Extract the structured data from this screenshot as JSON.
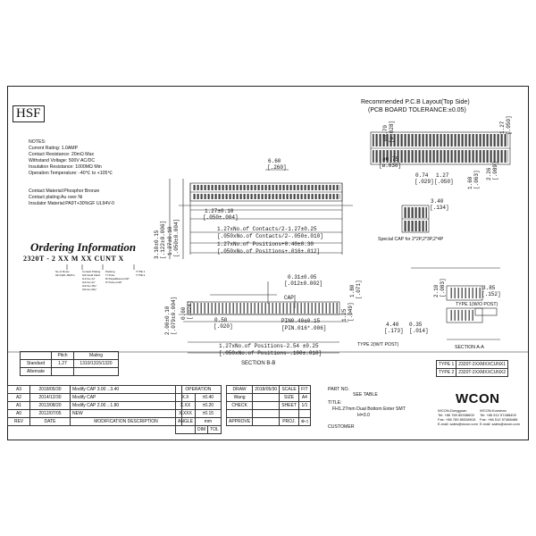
{
  "header": {
    "hsf": "HSF",
    "pcb_title": "Recommended P.C.B Layout(Top Side)",
    "pcb_tolerance": "(PCB BOARD TOLERANCE:±0.05)"
  },
  "notes": {
    "title": "NOTES:",
    "lines": [
      "Current Rating: 1.0AMP",
      "Contact Resistance: 20mΩ Max",
      "Withstand Voltage: 500V AC/DC",
      "Insulation Resistance: 1000MΩ Min",
      "Operation Temperature: -40℃ to +105℃"
    ],
    "material": [
      "Contact Material:Phosphor Bronze",
      "Contact plating:Au over Ni",
      "Insulator Material:PA9T+30%GF UL94V-0"
    ]
  },
  "ordering": {
    "title": "Ordering Information",
    "part": "2320T - 2 XX M XX CUNT X",
    "sub_left": [
      "No.of Rows",
      "02=2(02~50)Pin"
    ],
    "sub_mid": [
      "Contact Plating",
      "G0=Gold Flash",
      "G1=Au 1u\"",
      "G2=Au 3u\"",
      "G3=Au 15u\"",
      "G5=Au 30u\""
    ],
    "sub_right": [
      "Packing",
      "T=Tube",
      "R=Tape&Reel+CAP",
      "P=Tube+CAP"
    ],
    "sub_type": [
      "TYPE 1",
      "TYPE 2"
    ]
  },
  "pitch_table": {
    "headers": [
      "",
      "Pitch",
      "Mating"
    ],
    "rows": [
      [
        "Standard",
        "1.27",
        "1310/1315/1320"
      ],
      [
        "Alternate",
        "",
        ""
      ]
    ]
  },
  "dims": {
    "d660": "6.60",
    "d260": "[.260]",
    "d127a": "1.27±0.10",
    "d050a": "[.050±.004]",
    "contacts1": "1.27xNo.of Contacts/2-1.27±0.25",
    "contacts2": "[.050xNo.of Contacts/2-.050±.010]",
    "pos1": "1.27xNo.of Positions+0.40±0.30",
    "pos2": "[.050xNo.of Positions+.016±.012]",
    "v310": "3.10±0.15",
    "v122": "[.122±0.006]",
    "v127": "1.27±0.10",
    "v050": "[.050±0.004]",
    "d031": "0.31±0.05",
    "d012": "[.012±0.002]",
    "cap": "CAP",
    "d180": "1.80",
    "d071": "[.071]",
    "d050b": "0.50",
    "d020": "[.020]",
    "pin1": "PIN0.40±0.15",
    "pin2": "[PIN.016*.006]",
    "v200": "2.00±0.10",
    "v079": "[.079±0.004]",
    "v060": "0.60",
    "v024": "[.024]",
    "v125": "1.25",
    "v049": "[.049]",
    "pos3": "1.27xNo.of Positions-2.54 ±0.25",
    "pos4": "[.050xNo.of Positions-.100±.010]",
    "secBB": "SECTION B-B",
    "d075": "ø0.75",
    "d030": "[ø.030]",
    "d074": "0.74",
    "d029": "[.029]",
    "d127c": "1.27",
    "d050c": "[.050]",
    "d127d": "1.27",
    "d050d": "[.050]",
    "d070": "ø0.70",
    "d028": "[ø.028]",
    "d160": "1.60",
    "d063": "[.063]",
    "d226": "2.26",
    "d089": "[.089]",
    "d340": "3.40",
    "d134": "[.134]",
    "special": "Special CAP for 2*2P,2*3P,2*4P",
    "d210": "2.10",
    "d083": "[.083]",
    "d385": "3.85",
    "d152": "[.152]",
    "type1": "TYPE 1(W/O POST)",
    "d440": "4.40",
    "d173": "[.173]",
    "d035": "0.35",
    "d014": "[.014]",
    "type2": "TYPE 2(W/T POST)",
    "secAA": "SECTION A-A"
  },
  "type_table": {
    "rows": [
      [
        "TYPE 1",
        "2320T-2XXMXXCUNX1"
      ],
      [
        "TYPE 2",
        "2320T-2XXMXXCUNX2"
      ]
    ]
  },
  "revisions": {
    "rows": [
      [
        "A3",
        "2018/05/30",
        "Modify CAP 3.00→3.40"
      ],
      [
        "A2",
        "2014/12/30",
        "Modify CAP"
      ],
      [
        "A1",
        "2013/08/20",
        "Modify CAP 2.00→1.80"
      ],
      [
        "A0",
        "2012/07/05",
        "NEW"
      ]
    ],
    "header": [
      "REV",
      "DATE",
      "MODIFICATION DESCRIPTION"
    ]
  },
  "titleblock": {
    "operation": "OPERATION",
    "draw": "DRAW",
    "draw_name": "Wang",
    "date": "2018/05/30",
    "scale": "SCALE",
    "fit": "FIT",
    "part_no": "PART NO.",
    "see_table": "SEE TABLE",
    "check": "CHECK",
    "size": "SIZE",
    "a4": "A4",
    "sheet": "SHEET",
    "sheet_val": "1/1",
    "approve": "APPROVE",
    "proj": "PROJ.",
    "angle": "ANGLE",
    "dim": "DIM",
    "tol": "TOL",
    "title_label": "TITLE:",
    "title1": "FH1.27mm Dual Bottom Enter SMT",
    "title2": "H=3.0",
    "customer": "CUSTOMER",
    "tol_rows": [
      [
        "X.X",
        "±0.40"
      ],
      [
        "X.XX",
        "±0.20"
      ],
      [
        "X.XXX",
        "±0.15"
      ]
    ],
    "unit": "mm"
  },
  "company": {
    "brand": "WCON",
    "left": [
      "WCON-Dongguan",
      "Tel: +86 769 85338600",
      "Fax: +86 769 85338915",
      "E-mail: sales@wcon.com"
    ],
    "right": [
      "WCON-Kunshan",
      "Tel: +86 512 57488400",
      "Fax: +86 512 57488468",
      "E-mail: sales@wcon.com"
    ]
  }
}
